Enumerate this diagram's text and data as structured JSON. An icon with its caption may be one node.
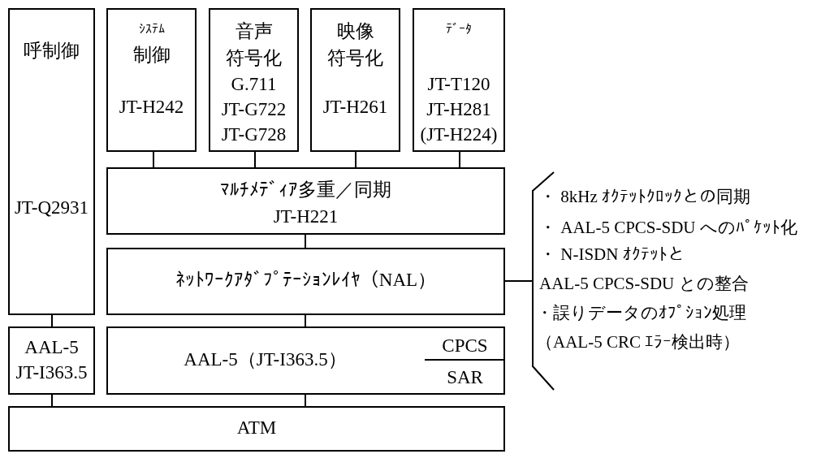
{
  "diagram": {
    "nodes": [
      {
        "text": [
          "呼制御",
          "JT-Q2931"
        ]
      },
      {
        "text": [
          "ｼｽﾃﾑ",
          "制御",
          "JT-H242"
        ]
      },
      {
        "text": [
          "音声符号化",
          "G.711 JT-G722 JT-G728"
        ]
      },
      {
        "text": [
          "映像符号化",
          "JT-H261"
        ]
      },
      {
        "text": [
          "ﾃﾞｰﾀ",
          "JT-T120 JT-H281 (JT-H224)"
        ]
      },
      {
        "text": [
          "ﾏﾙﾁﾒﾃﾞｨｱ多重／同期",
          "JT-H221"
        ]
      },
      {
        "text": [
          "ﾈｯﾄﾜｰｸｱﾀﾞﾌﾟﾃｰｼｮﾝﾚｲﾔ（NAL）"
        ]
      },
      {
        "text": [
          "AAL-5 JT-I363.5"
        ]
      },
      {
        "text": [
          "AAL-5（JT-I363.5）",
          "CPCS",
          "SAR"
        ]
      },
      {
        "text": [
          "ATM"
        ]
      },
      {
        "text": [
          "・ 8kHz ｵｸﾃｯﾄｸﾛｯｸとの同期",
          "・ AAL-5 CPCS-SDU へのﾊﾟｹｯﾄ化",
          "・ N-ISDN ｵｸﾃｯﾄと AAL-5 CPCS-SDU との整合",
          "・誤りデータのｵﾌﾟｼｮﾝ処理",
          "（AAL-5 CRC ｴﾗｰ検出時）"
        ]
      }
    ],
    "edges": [
      {
        "from": 1,
        "to": 5,
        "arrow": "none"
      },
      {
        "from": 2,
        "to": 5,
        "arrow": "none"
      },
      {
        "from": 3,
        "to": 5,
        "arrow": "none"
      },
      {
        "from": 4,
        "to": 5,
        "arrow": "none"
      },
      {
        "from": 5,
        "to": 6,
        "arrow": "none"
      },
      {
        "from": 0,
        "to": 7,
        "arrow": "none"
      },
      {
        "from": 6,
        "to": 8,
        "arrow": "none"
      },
      {
        "from": 7,
        "to": 9,
        "arrow": "none"
      },
      {
        "from": 8,
        "to": 9,
        "arrow": "none"
      },
      {
        "from": 6,
        "to": 10,
        "arrow": "none"
      }
    ]
  }
}
